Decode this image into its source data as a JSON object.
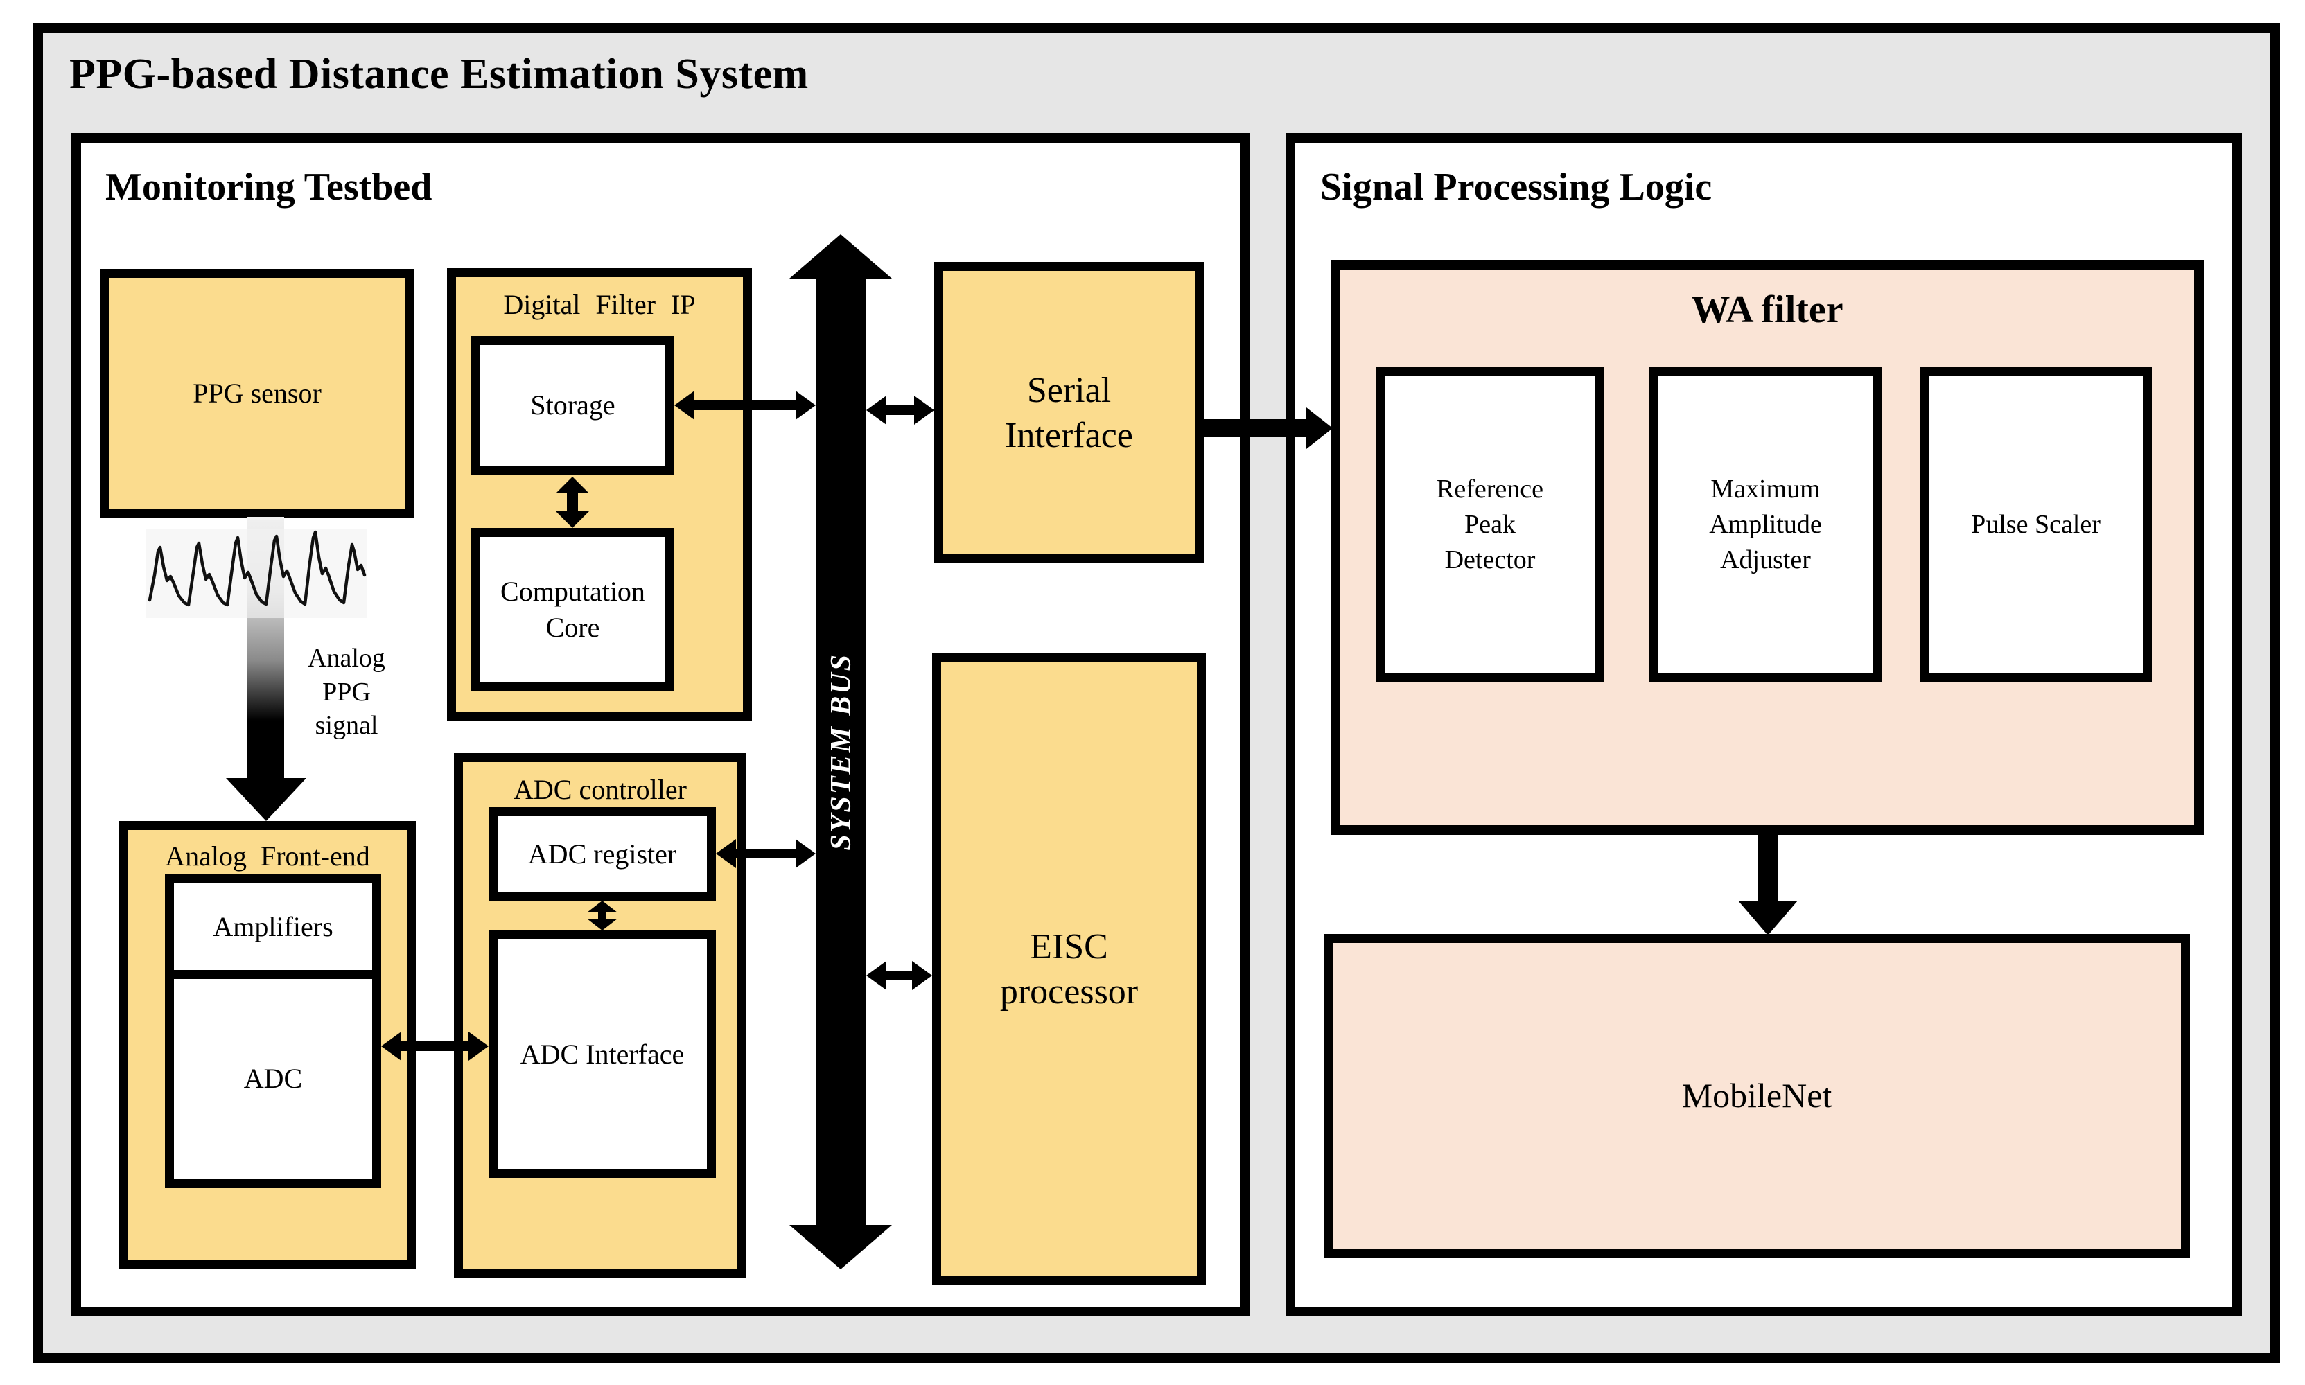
{
  "colors": {
    "box_yellow": "#FBDC8E",
    "box_peach": "#FAE4D6",
    "canvas_gray": "#E6E6E6",
    "line_black": "#000000"
  },
  "title": "PPG-based Distance Estimation System",
  "monitoring_testbed": {
    "title": "Monitoring Testbed",
    "ppg_sensor_label": "PPG sensor",
    "analog_signal_label": "Analog PPG signal",
    "analog_front_end": {
      "title": "Analog Front-end",
      "amplifiers_label": "Amplifiers",
      "adc_label": "ADC"
    },
    "digital_filter_ip": {
      "title": "Digital Filter IP",
      "storage_label": "Storage",
      "computation_core_label": "Computation Core"
    },
    "adc_controller": {
      "title": "ADC controller",
      "adc_register_label": "ADC register",
      "adc_interface_label": "ADC Interface"
    },
    "system_bus_label": "SYSTEM BUS",
    "serial_interface_label": "Serial Interface",
    "eisc_processor_label": "EISC processor"
  },
  "signal_processing_logic": {
    "title": "Signal Processing Logic",
    "wa_filter": {
      "title": "WA filter",
      "reference_peak_detector_label": "Reference Peak Detector",
      "maximum_amplitude_adjuster_label": "Maximum Amplitude Adjuster",
      "pulse_scaler_label": "Pulse Scaler"
    },
    "mobilenet_label": "MobileNet"
  }
}
